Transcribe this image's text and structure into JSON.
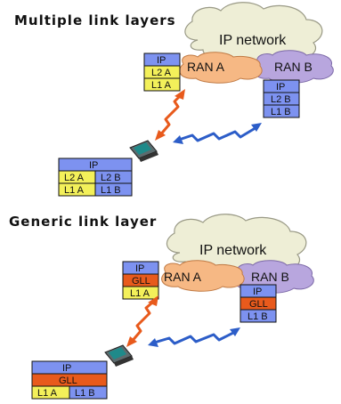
{
  "section1": {
    "title": "Multiple link layers",
    "cloud_label": "IP network",
    "ran_a_label": "RAN A",
    "ran_b_label": "RAN B",
    "terminal_stack": [
      "IP",
      "L2 A",
      "L1 A"
    ],
    "ran_b_stack": [
      "IP",
      "L2 B",
      "L1 B"
    ],
    "mobile_stack": {
      "top": "IP",
      "left": [
        "L2 A",
        "L1 A"
      ],
      "right": [
        "L2 B",
        "L1 B"
      ]
    }
  },
  "section2": {
    "title": "Generic link layer",
    "cloud_label": "IP network",
    "ran_a_label": "RAN A",
    "ran_b_label": "RAN B",
    "terminal_stack": [
      "IP",
      "GLL",
      "L1 A"
    ],
    "ran_b_stack": [
      "IP",
      "GLL",
      "L1 B"
    ],
    "mobile_stack": {
      "top": "IP",
      "middle": "GLL",
      "left": "L1 A",
      "right": "L1 B"
    }
  },
  "colors": {
    "cloud": "#eeeed6",
    "ran_a": "#f6b884",
    "ran_b": "#b8a6de",
    "ip_cell": "#7d92f0",
    "l2a_cell": "#f3f05a",
    "l1a_cell": "#f3f05a",
    "b_cell": "#7d92f0",
    "gll_cell": "#e85a1c",
    "arrow_a": "#e85a1c",
    "arrow_b": "#2c5dc8"
  }
}
